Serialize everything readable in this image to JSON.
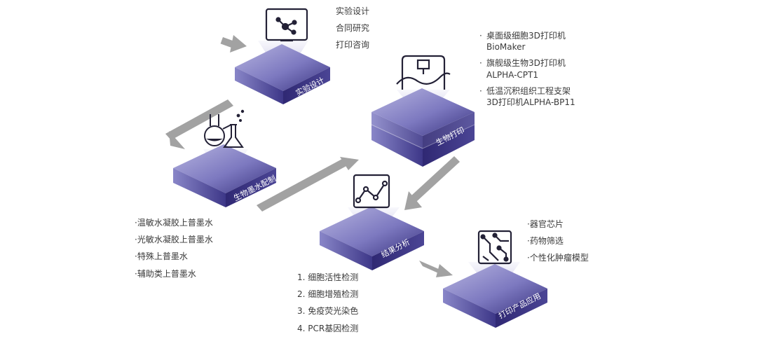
{
  "colors": {
    "top": "#8c89c7",
    "top_dark": "#2f2a73",
    "side_left": "#4b4695",
    "side_right": "#2b2468",
    "beam": "#c8c6e6",
    "arrow": "#a2a2a2",
    "icon": "#232136"
  },
  "stages": {
    "design": {
      "label": "实验设计",
      "icon": "monitor-molecule-icon"
    },
    "ink": {
      "label": "生物墨水配制",
      "icon": "flask-icon"
    },
    "print": {
      "label": "生物打印",
      "icon": "bioprinter-icon"
    },
    "analysis": {
      "label": "结果分析",
      "icon": "line-chart-icon"
    },
    "apply": {
      "label": "打印产品应用",
      "icon": "circuit-icon"
    }
  },
  "notes": {
    "design": [
      "实验设计",
      "合同研究",
      "打印咨询"
    ],
    "print": [
      [
        "桌面级细胞3D打印机",
        "BioMaker"
      ],
      [
        "旗舰级生物3D打印机",
        "ALPHA-CPT1"
      ],
      [
        "低温沉积组织工程支架",
        "3D打印机ALPHA-BP11"
      ]
    ],
    "ink": [
      "温敏水凝胶上普墨水",
      "光敏水凝胶上普墨水",
      "特殊上普墨水",
      "辅助类上普墨水"
    ],
    "analysis": [
      "1. 细胞活性检测",
      "2. 细胞增殖检测",
      "3. 免疫荧光染色",
      "4. PCR基因检测"
    ],
    "apply": [
      "器官芯片",
      "药物筛选",
      "个性化肿瘤模型"
    ]
  },
  "bullet": "·"
}
